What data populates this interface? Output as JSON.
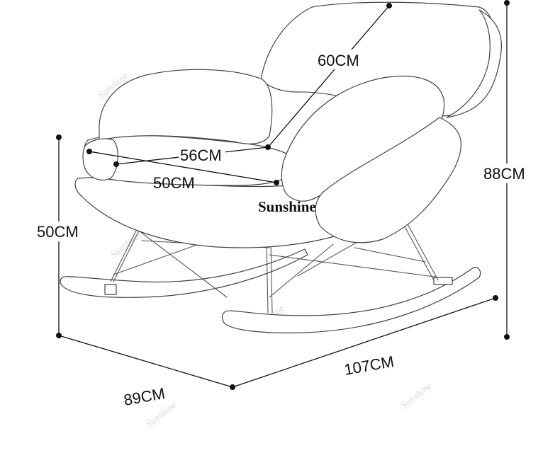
{
  "brand": {
    "name": "Sunshine"
  },
  "watermark": "Sunshine",
  "dimensions": {
    "back_depth": "60CM",
    "seat_width": "56CM",
    "seat_depth": "50CM",
    "seat_height": "50CM",
    "total_height": "88CM",
    "width": "89CM",
    "length": "107CM"
  },
  "colors": {
    "line": "#444444",
    "text": "#111111",
    "background": "#ffffff"
  }
}
